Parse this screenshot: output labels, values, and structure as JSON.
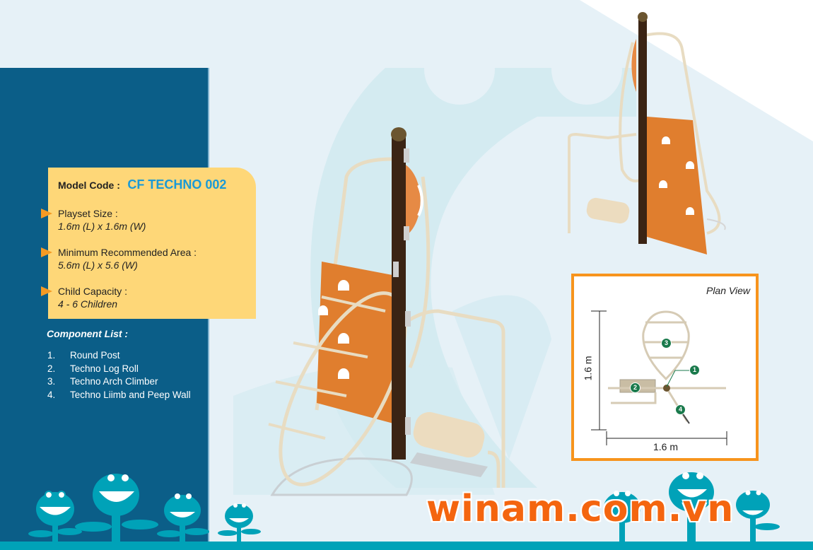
{
  "info_card": {
    "model_label": "Model Code :",
    "model_code": "CF TECHNO 002",
    "specs": [
      {
        "label": "Playset Size :",
        "value": "1.6m (L) x 1.6m (W)"
      },
      {
        "label": "Minimum Recommended Area :",
        "value": "5.6m (L) x 5.6 (W)"
      },
      {
        "label": "Child Capacity :",
        "value": "4 - 6 Children"
      }
    ]
  },
  "components": {
    "title": "Component List :",
    "items": [
      {
        "num": "1.",
        "name": "Round Post"
      },
      {
        "num": "2.",
        "name": "Techno Log Roll"
      },
      {
        "num": "3.",
        "name": "Techno Arch Climber"
      },
      {
        "num": "4.",
        "name": "Techno Liimb and Peep Wall"
      }
    ]
  },
  "plan_view": {
    "title": "Plan View",
    "length_label": "1.6 m",
    "width_label": "1.6 m",
    "markers": [
      "1",
      "2",
      "3",
      "4"
    ]
  },
  "brand": {
    "text": "winam.com.vn"
  },
  "colors": {
    "panel_blue": "#0b5e88",
    "card_yellow": "#fed778",
    "accent_orange": "#f59a23",
    "model_code_blue": "#1a9ad6",
    "brand_orange": "#f4650f",
    "teal": "#00a2b8",
    "plan_border": "#f7941d"
  }
}
